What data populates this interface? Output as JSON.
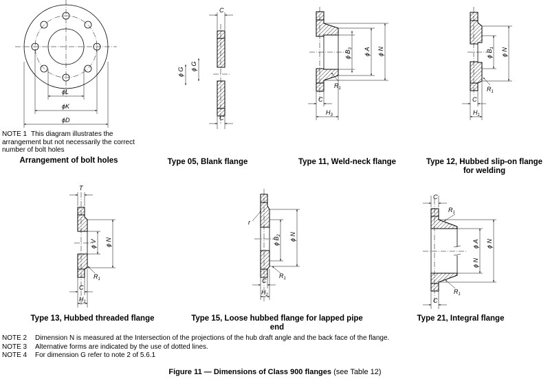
{
  "figure": {
    "number": "Figure 11",
    "title": "— Dimensions of Class 900 flanges",
    "ref": "(see Table 12)"
  },
  "note1": {
    "label": "NOTE 1",
    "text": "This diagram illustrates the arrangement but not necessarily the correct number of bolt holes"
  },
  "notes": [
    {
      "label": "NOTE 2",
      "text": "Dimension N is measured at the Intersection of the projections of the hub draft angle and the back face of the flange."
    },
    {
      "label": "NOTE 3",
      "text": "Alternative forms are indicated by the use of dotted lines."
    },
    {
      "label": "NOTE 4",
      "text": "For dimension G refer to note 2 of 5.6.1"
    }
  ],
  "captions": {
    "bolt_holes": "Arrangement of bolt holes",
    "type05": "Type 05, Blank flange",
    "type11": "Type 11, Weld-neck flange",
    "type12": "Type 12, Hubbed slip-on flange for welding",
    "type13": "Type 13, Hubbed threaded flange",
    "type15": "Type 15, Loose hubbed flange for lapped pipe end",
    "type21": "Type 21, Integral flange"
  },
  "dims": {
    "L": "ϕL",
    "K": "ϕK",
    "D": "ϕD",
    "C": "C",
    "G": "ϕ G",
    "G2": "ϕ G",
    "B3": "ϕ B",
    "B3sub": "3",
    "A": "ϕ A",
    "N": "ϕ N",
    "R1": "R",
    "R1sub": "1",
    "H3": "H",
    "H3sub": "3",
    "B1": "ϕ B",
    "B1sub": "1",
    "H1": "H",
    "H1sub": "1",
    "T": "T",
    "V": "ϕ V",
    "r": "r",
    "B2": "ϕ B",
    "B2sub": "2",
    "H2": "H",
    "H2sub": "2"
  }
}
